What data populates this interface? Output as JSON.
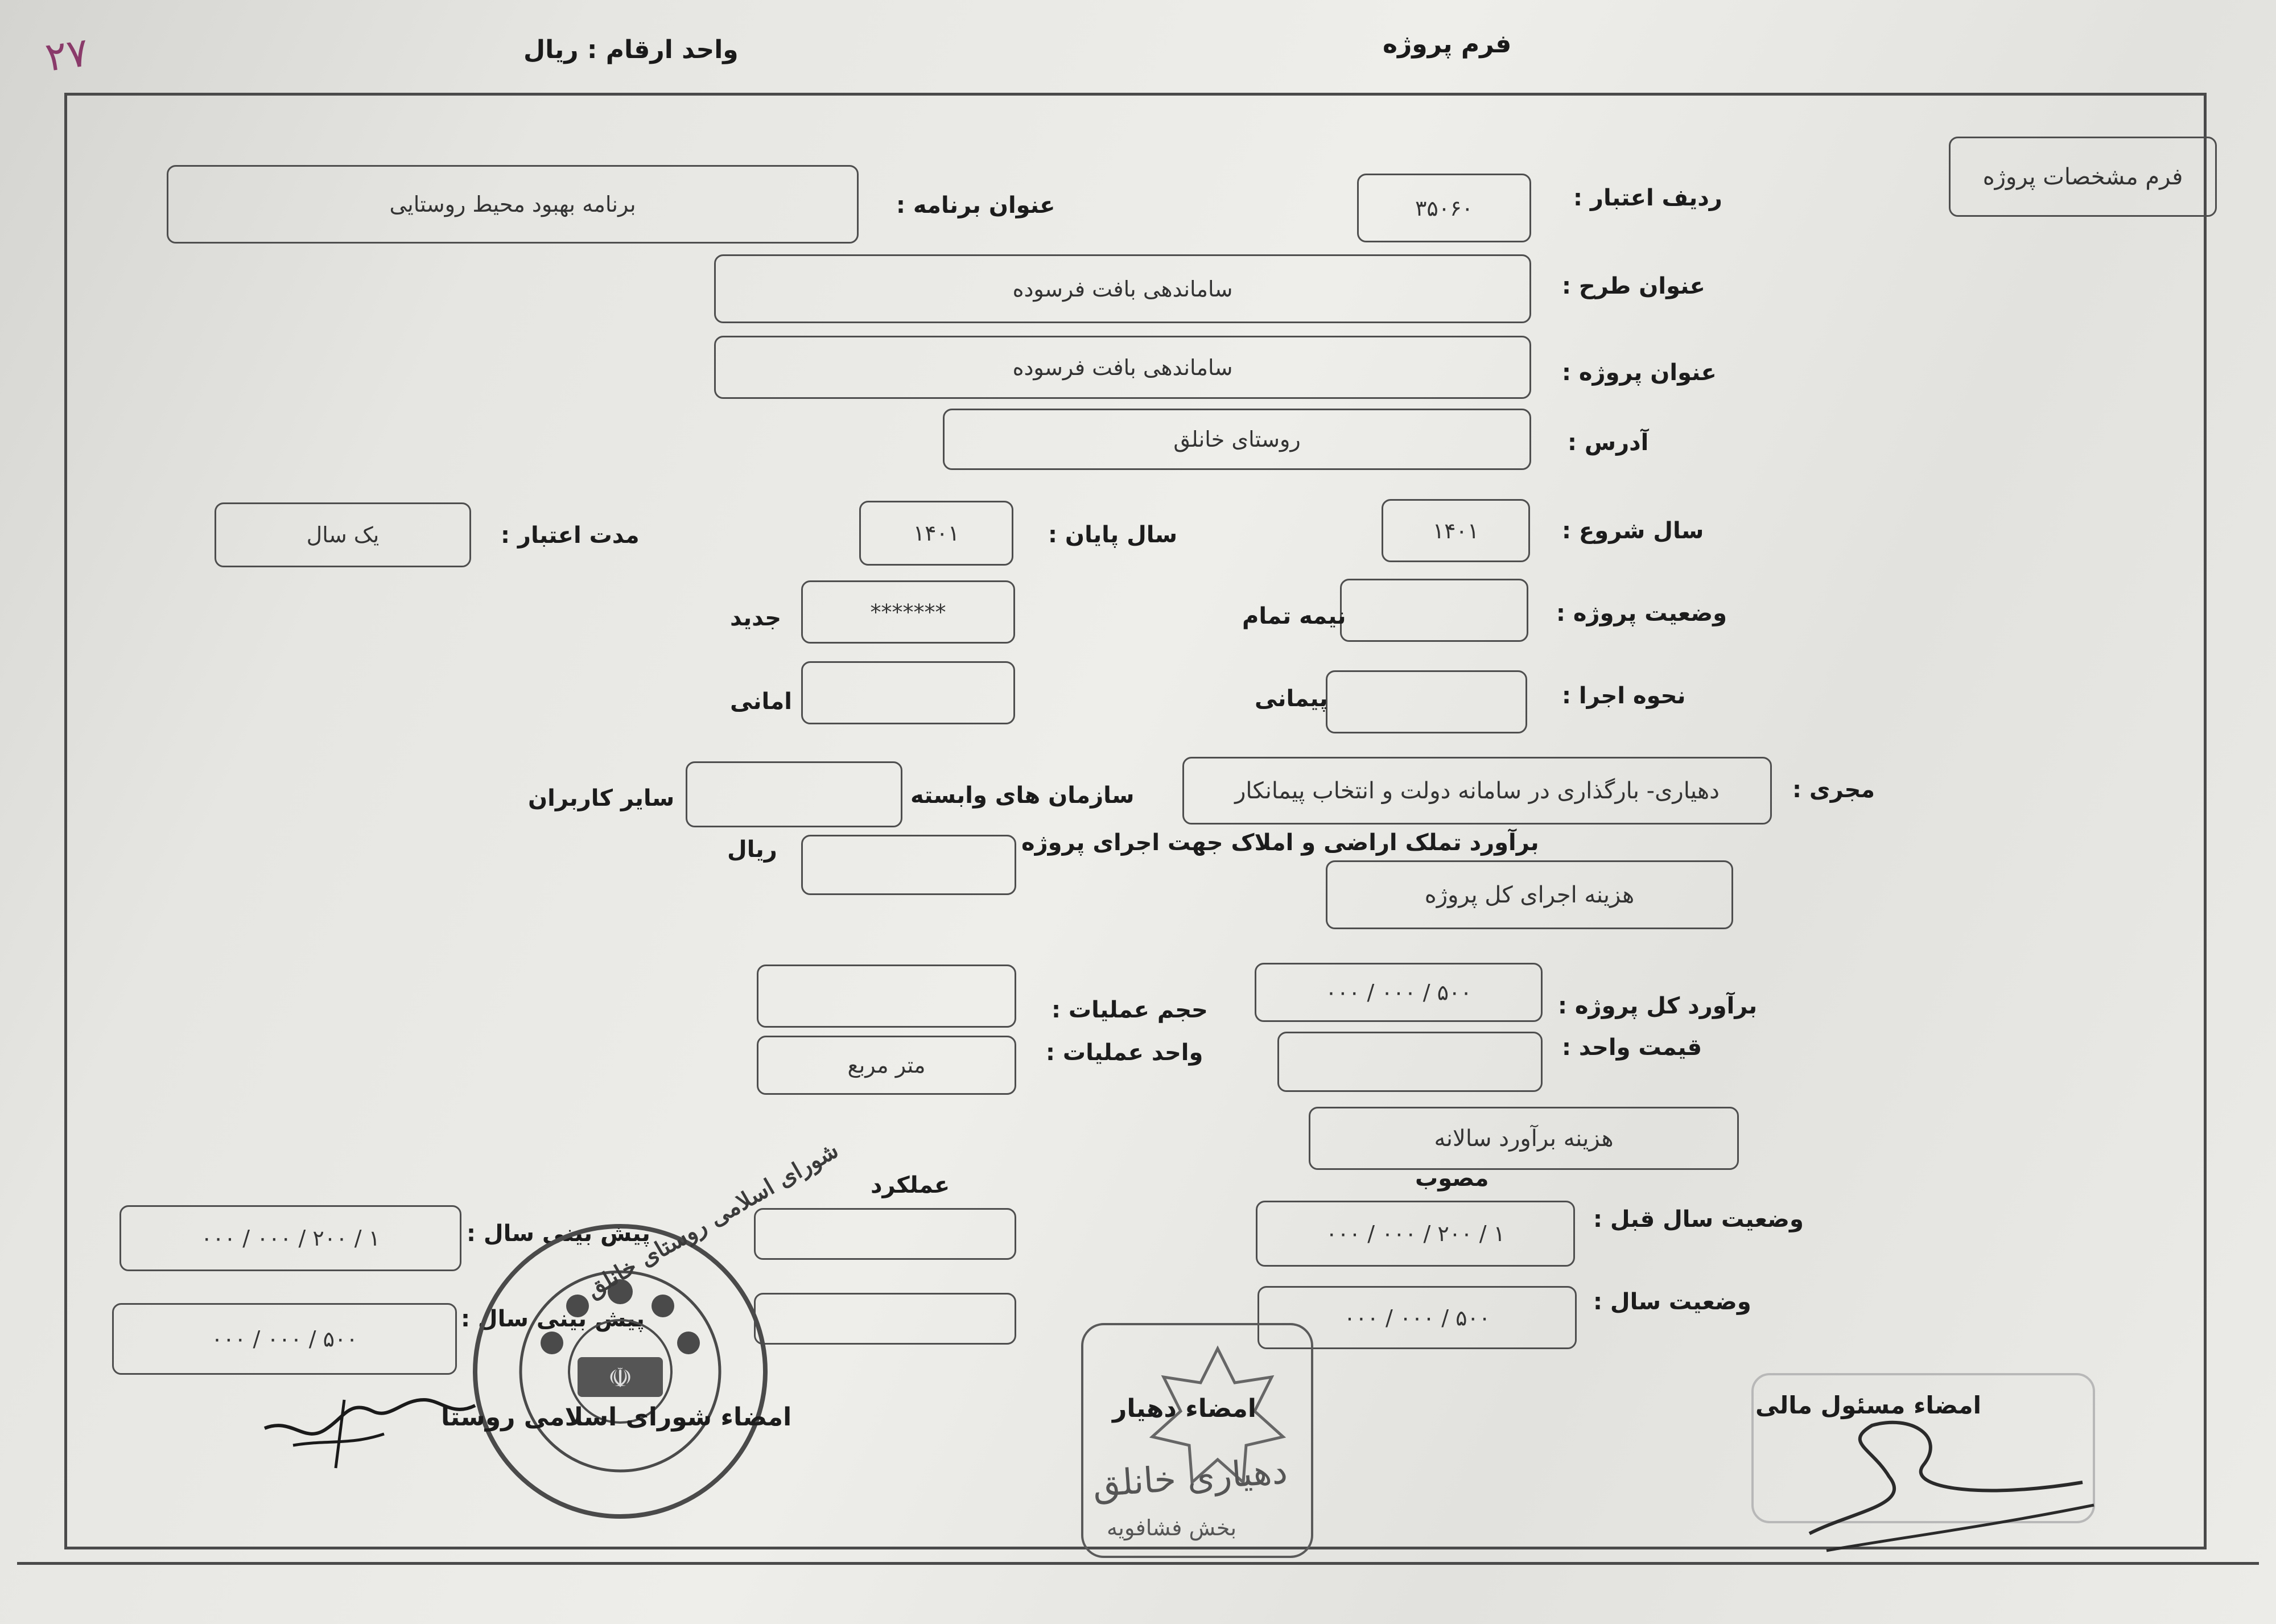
{
  "header": {
    "form_title": "فرم پروژه",
    "unit_label": "واحد ارقام : ریال",
    "page_mark": "۲۷"
  },
  "form_badge": "فرم مشخصات پروژه",
  "fields": {
    "credit_row_label": "ردیف اعتبار :",
    "credit_row_value": "۳۵۰۶۰",
    "program_title_label": "عنوان برنامه :",
    "program_title_value": "برنامه بهبود محیط روستایی",
    "plan_title_label": "عنوان طرح :",
    "plan_title_value": "ساماندهی بافت فرسوده",
    "project_title_label": "عنوان پروژه :",
    "project_title_value": "ساماندهی بافت فرسوده",
    "address_label": "آدرس :",
    "address_value": "روستای خانلق",
    "start_year_label": "سال شروع :",
    "start_year_value": "۱۴۰۱",
    "end_year_label": "سال پایان :",
    "end_year_value": "۱۴۰۱",
    "credit_duration_label": "مدت اعتبار :",
    "credit_duration_value": "یک سال",
    "project_status_label": "وضعیت پروژه :",
    "half_done_label": "نیمه تمام",
    "half_done_value": "",
    "new_label": "جدید",
    "new_value": "*******",
    "execution_method_label": "نحوه اجرا :",
    "contract_label": "پیمانی",
    "contract_value": "",
    "trust_label": "امانی",
    "trust_value": "",
    "executor_label": "مجری :",
    "executor_value": "دهیاری- بارگذاری در سامانه دولت و انتخاب پیمانکار",
    "affiliated_orgs_label": "سازمان های وابسته",
    "affiliated_orgs_value": "",
    "other_users_label": "سایر کاربران",
    "land_estimate_label": "برآورد تملک اراضی و املاک جهت اجرای پروژه",
    "land_estimate_value": "",
    "rial_label": "ریال",
    "total_cost_heading": "هزینه اجرای کل پروژه",
    "total_estimate_label": "برآورد کل پروژه :",
    "total_estimate_value": "۵۰۰ / ۰۰۰ / ۰۰۰",
    "unit_price_label": "قیمت واحد :",
    "unit_price_value": "",
    "operation_volume_label": "حجم عملیات :",
    "operation_volume_value": "",
    "operation_unit_label": "واحد عملیات :",
    "operation_unit_value": "متر مربع",
    "annual_estimate_heading": "هزینه برآورد سالانه",
    "approved_label": "مصوب",
    "performance_label": "عملکرد",
    "prev_year_status_label": "وضعیت سال قبل :",
    "prev_year_approved_value": "۱ / ۲۰۰ / ۰۰۰ / ۰۰۰",
    "prev_year_performance_value": "",
    "forecast_year_label": "پیش بینی سال :",
    "forecast_year_value": "۱ / ۲۰۰ / ۰۰۰ / ۰۰۰",
    "year_status_label": "وضعیت سال :",
    "year_approved_value": "۵۰۰ / ۰۰۰ / ۰۰۰",
    "year_performance_value": "",
    "forecast_label2": "پیش بینی سال :",
    "forecast_value2": "۵۰۰ / ۰۰۰ / ۰۰۰"
  },
  "signatures": {
    "finance_officer_label": "امضاء مسئول مالی",
    "dehyar_label": "امضاء دهیار",
    "dehyar_stamp_line1": "دهیاری خانلق",
    "dehyar_stamp_line2": "بخش فشافویه",
    "council_label": "امضاء شورای اسلامی روستا",
    "council_seal_text": "شورای اسلامی روستای خانلق"
  },
  "colors": {
    "ink": "#1c1c1c",
    "box_border": "#4e4e4e",
    "annotation": "#8a3a6a",
    "stamp": "#555555"
  }
}
